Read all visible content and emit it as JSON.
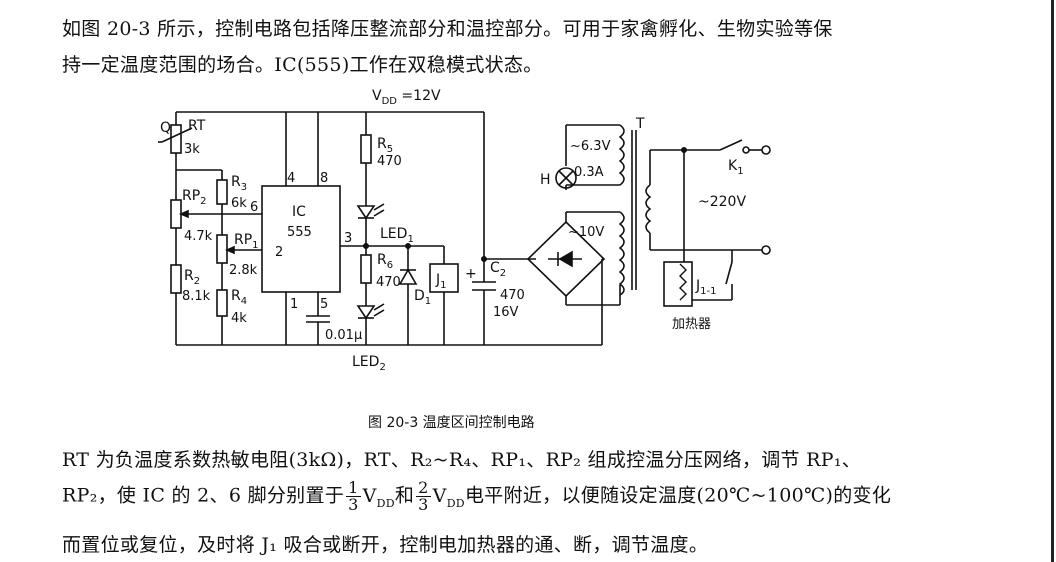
{
  "intro": {
    "line1": "如图 20-3 所示，控制电路包括降压整流部分和温控部分。可用于家禽孵化、生物实验等保",
    "line2": "持一定温度范围的场合。IC(555)工作在双稳模式状态。"
  },
  "circuit": {
    "vdd": "V",
    "vdd_sub": "DD",
    "vdd_val": " =12V",
    "q": "Q",
    "rt": "RT",
    "rt_val": "3k",
    "rp2": "RP",
    "rp2_sub": "2",
    "rp2_val": "4.7k",
    "r3": "R",
    "r3_sub": "3",
    "r3_val": "6k",
    "rp1": "RP",
    "rp1_sub": "1",
    "rp1_val": "2.8k",
    "r2": "R",
    "r2_sub": "2",
    "r2_val": "8.1k",
    "r4": "R",
    "r4_sub": "4",
    "r4_val": "4k",
    "ic": "IC",
    "ic_num": "555",
    "pin4": "4",
    "pin8": "8",
    "pin6": "6",
    "pin2": "2",
    "pin3": "3",
    "pin1": "1",
    "pin5": "5",
    "cap5": "0.01μ",
    "r5": "R",
    "r5_sub": "5",
    "r5_val": "470",
    "led1": "LED",
    "led1_sub": "1",
    "r6": "R",
    "r6_sub": "6",
    "r6_val": "470",
    "d1": "D",
    "d1_sub": "1",
    "j1": "J",
    "j1_sub": "1",
    "c2": "C",
    "c2_sub": "2",
    "c2_val": "470",
    "c2_volt": "16V",
    "c2_plus": "+",
    "led2": "LED",
    "led2_sub": "2",
    "h": "H",
    "t": "T",
    "sec1": "~6.3V",
    "sec1_amp": "0.3A",
    "sec2": "~10V",
    "k1": "K",
    "k1_sub": "1",
    "mains": "~220V",
    "j11": "J",
    "j11_sub": "1-1",
    "heater": "加热器"
  },
  "caption": "图 20-3   温度区间控制电路",
  "body": {
    "line1": "RT 为负温度系数热敏电阻(3kΩ)，RT、R₂~R₄、RP₁、RP₂ 组成控温分压网络，调节 RP₁、",
    "l2_a": "RP₂，使 IC 的 2、6 脚分别置于",
    "f1_num": "1",
    "f1_den": "3",
    "l2_b": "V",
    "l2_b_sub": "DD",
    "l2_c": "和",
    "f2_num": "2",
    "f2_den": "3",
    "l2_d": "V",
    "l2_d_sub": "DD",
    "l2_e": "电平附近，以便随设定温度(20℃~100℃)的变化",
    "line3": "而置位或复位，及时将 J₁ 吸合或断开，控制电加热器的通、断，调节温度。"
  }
}
